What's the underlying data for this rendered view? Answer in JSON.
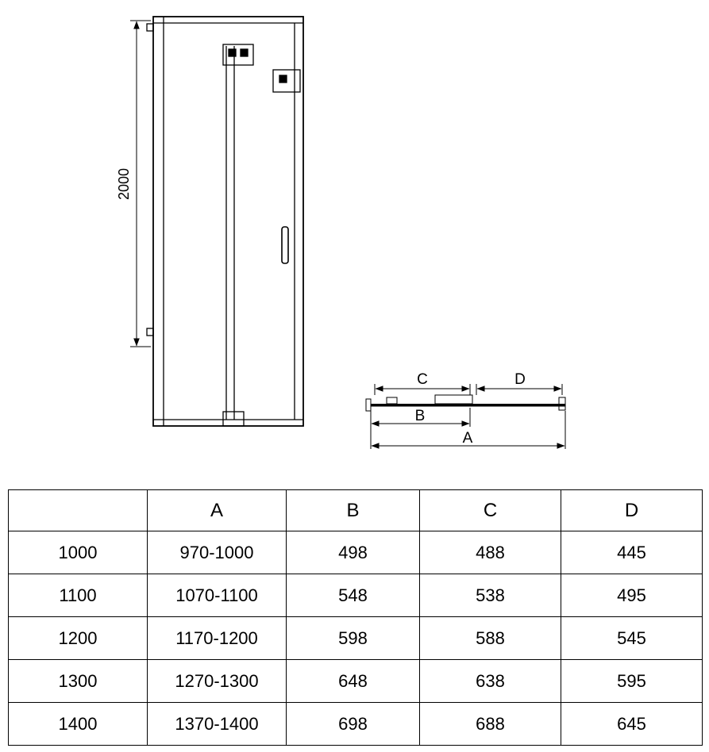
{
  "drawing": {
    "front_view": {
      "height_dim": "2000"
    },
    "top_view": {
      "dim_c": "C",
      "dim_d": "D",
      "dim_b": "B",
      "dim_a": "A"
    }
  },
  "table": {
    "headers": [
      "",
      "A",
      "B",
      "C",
      "D"
    ],
    "rows": [
      [
        "1000",
        "970-1000",
        "498",
        "488",
        "445"
      ],
      [
        "1100",
        "1070-1100",
        "548",
        "538",
        "495"
      ],
      [
        "1200",
        "1170-1200",
        "598",
        "588",
        "545"
      ],
      [
        "1300",
        "1270-1300",
        "648",
        "638",
        "595"
      ],
      [
        "1400",
        "1370-1400",
        "698",
        "688",
        "645"
      ]
    ]
  }
}
